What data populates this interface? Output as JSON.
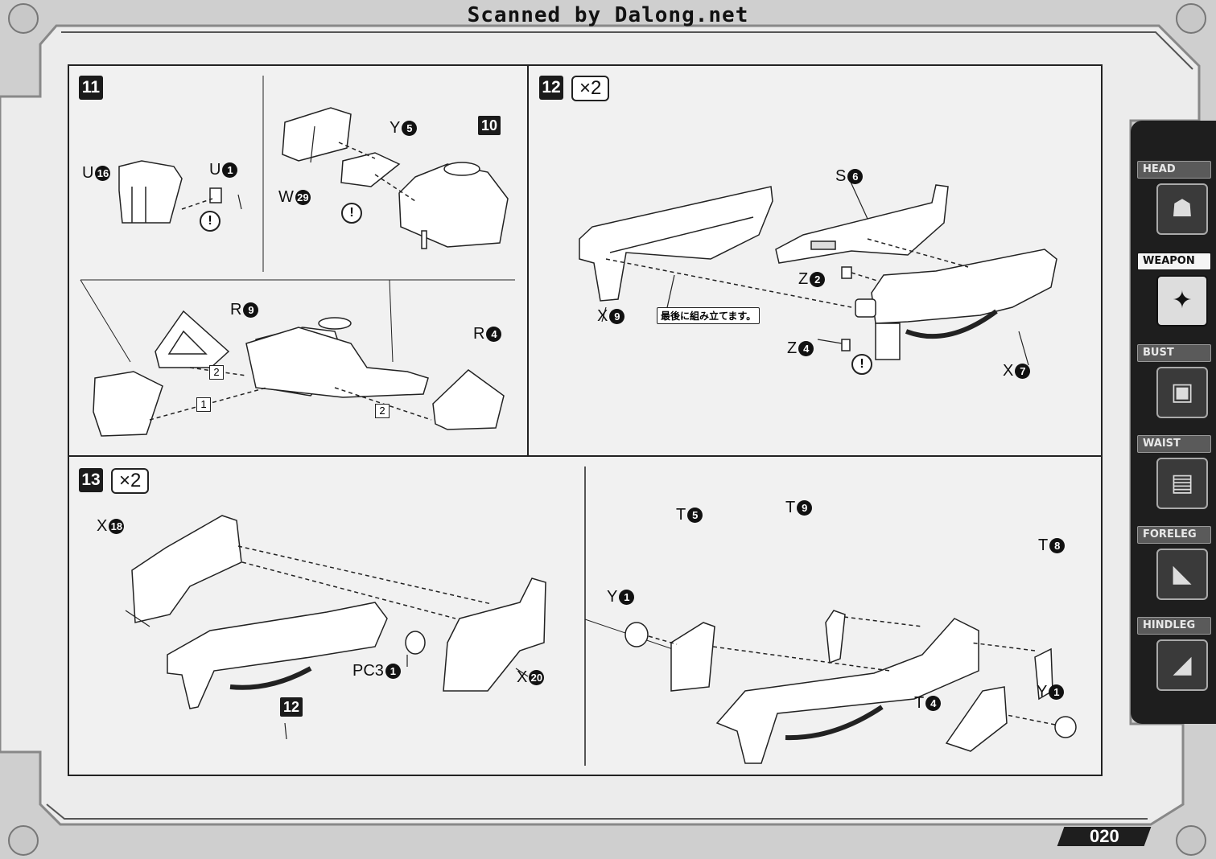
{
  "watermark": "Scanned by Dalong.net",
  "page_number": "020",
  "sidebar": {
    "tabs": [
      {
        "label": "HEAD",
        "icon": "head-icon",
        "active": false
      },
      {
        "label": "WEAPON",
        "icon": "weapon-icon",
        "active": true
      },
      {
        "label": "BUST",
        "icon": "bust-icon",
        "active": false
      },
      {
        "label": "WAIST",
        "icon": "waist-icon",
        "active": false
      },
      {
        "label": "FORELEG",
        "icon": "foreleg-icon",
        "active": false
      },
      {
        "label": "HINDLEG",
        "icon": "hindleg-icon",
        "active": false
      }
    ]
  },
  "steps": {
    "s11": {
      "number": "11",
      "labels": {
        "u16_letter": "U",
        "u16_num": "16",
        "u1_letter": "U",
        "u1_num": "1",
        "y5_letter": "Y",
        "y5_num": "5",
        "w29_letter": "W",
        "w29_num": "29",
        "r9_letter": "R",
        "r9_num": "9",
        "r4_letter": "R",
        "r4_num": "4"
      },
      "ref_step": "10",
      "seq": [
        "2",
        "1",
        "2"
      ],
      "caution": "!"
    },
    "s12": {
      "number": "12",
      "multiplier": "×2",
      "labels": {
        "s6_letter": "S",
        "s6_num": "6",
        "z2_letter": "Z",
        "z2_num": "2",
        "z4_letter": "Z",
        "z4_num": "4",
        "x9_letter": "X",
        "x9_num": "9",
        "x7_letter": "X",
        "x7_num": "7"
      },
      "note": "最後に組み立てます。",
      "caution": "!"
    },
    "s13": {
      "number": "13",
      "multiplier": "×2",
      "labels": {
        "x18_letter": "X",
        "x18_num": "18",
        "pc3_letter": "PC3",
        "pc3_num": "1",
        "x20_letter": "X",
        "x20_num": "20",
        "t5_letter": "T",
        "t5_num": "5",
        "t9_letter": "T",
        "t9_num": "9",
        "t8_letter": "T",
        "t8_num": "8",
        "y1a_letter": "Y",
        "y1a_num": "1",
        "t4_letter": "T",
        "t4_num": "4",
        "y1b_letter": "Y",
        "y1b_num": "1"
      },
      "ref_step": "12"
    }
  }
}
